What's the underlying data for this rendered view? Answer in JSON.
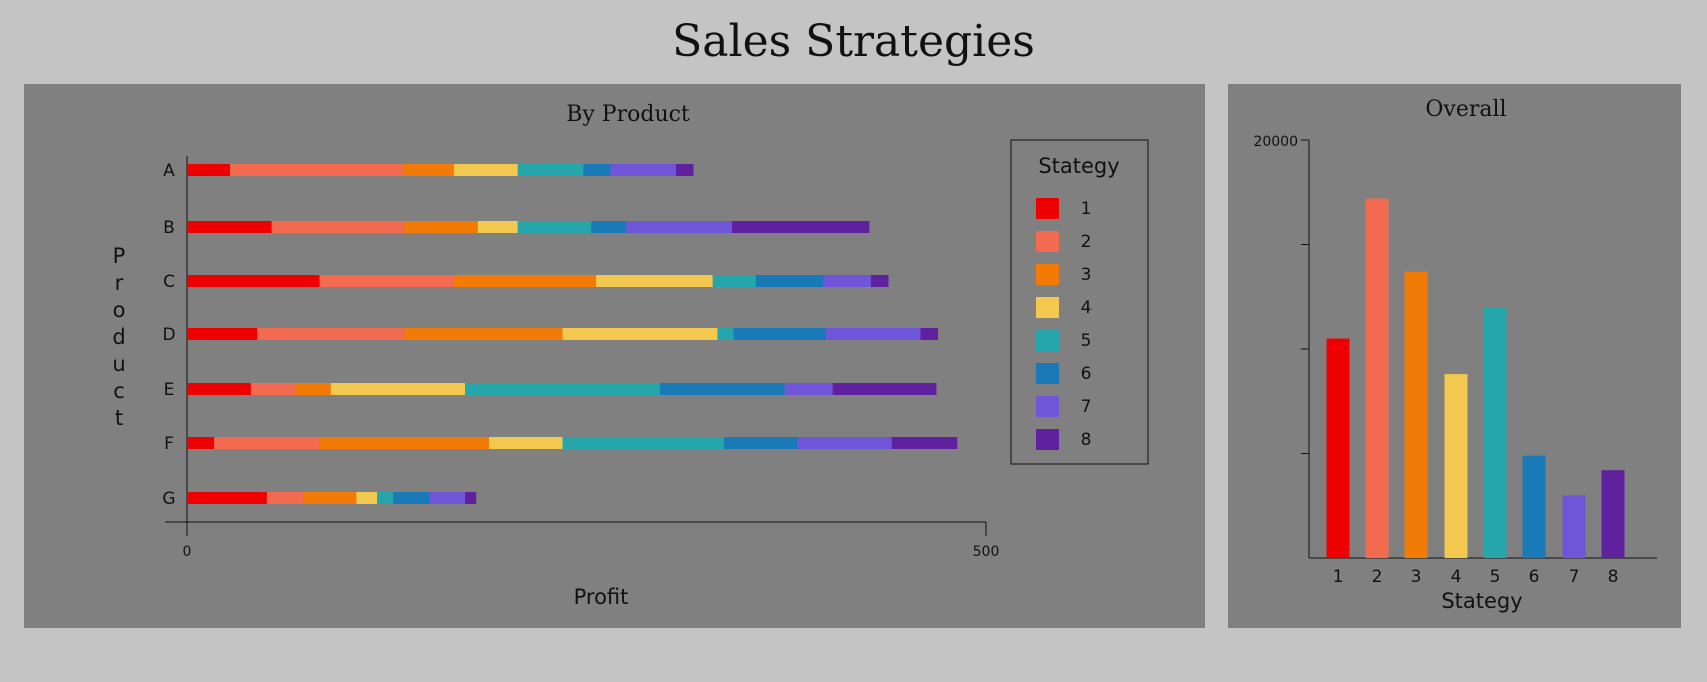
{
  "page": {
    "title": "Sales Strategies"
  },
  "colors": [
    "#ee0000",
    "#f26a4f",
    "#f27a07",
    "#f2c84f",
    "#24a6ab",
    "#1a7ab8",
    "#6f56d9",
    "#5f219e"
  ],
  "chart_data": [
    {
      "type": "bar",
      "orientation": "horizontal",
      "stacked": true,
      "title": "By Product",
      "xlabel": "Profit",
      "ylabel": "Product",
      "xlim": [
        0,
        500
      ],
      "xticks": [
        "0",
        "500"
      ],
      "categories": [
        "A",
        "B",
        "C",
        "D",
        "E",
        "F",
        "G"
      ],
      "legend": {
        "title": "Stategy",
        "position": "top-right"
      },
      "series": [
        {
          "name": "1",
          "values": [
            27,
            53,
            83,
            44,
            40,
            17,
            50
          ]
        },
        {
          "name": "2",
          "values": [
            108,
            83,
            84,
            92,
            28,
            66,
            23
          ]
        },
        {
          "name": "3",
          "values": [
            32,
            46,
            89,
            99,
            22,
            106,
            33
          ]
        },
        {
          "name": "4",
          "values": [
            40,
            25,
            73,
            97,
            84,
            46,
            13
          ]
        },
        {
          "name": "5",
          "values": [
            41,
            46,
            27,
            10,
            122,
            101,
            10
          ]
        },
        {
          "name": "6",
          "values": [
            17,
            22,
            42,
            58,
            78,
            46,
            23
          ]
        },
        {
          "name": "7",
          "values": [
            41,
            66,
            30,
            59,
            30,
            59,
            22
          ]
        },
        {
          "name": "8",
          "values": [
            11,
            86,
            11,
            11,
            65,
            41,
            7
          ]
        }
      ]
    },
    {
      "type": "bar",
      "title": "Overall",
      "xlabel": "Stategy",
      "ylabel": "",
      "ylim": [
        0,
        20000
      ],
      "ytick_label": "20000",
      "categories": [
        "1",
        "2",
        "3",
        "4",
        "5",
        "6",
        "7",
        "8"
      ],
      "values": [
        10500,
        17200,
        13700,
        8800,
        12000,
        4900,
        3000,
        4200
      ]
    }
  ]
}
